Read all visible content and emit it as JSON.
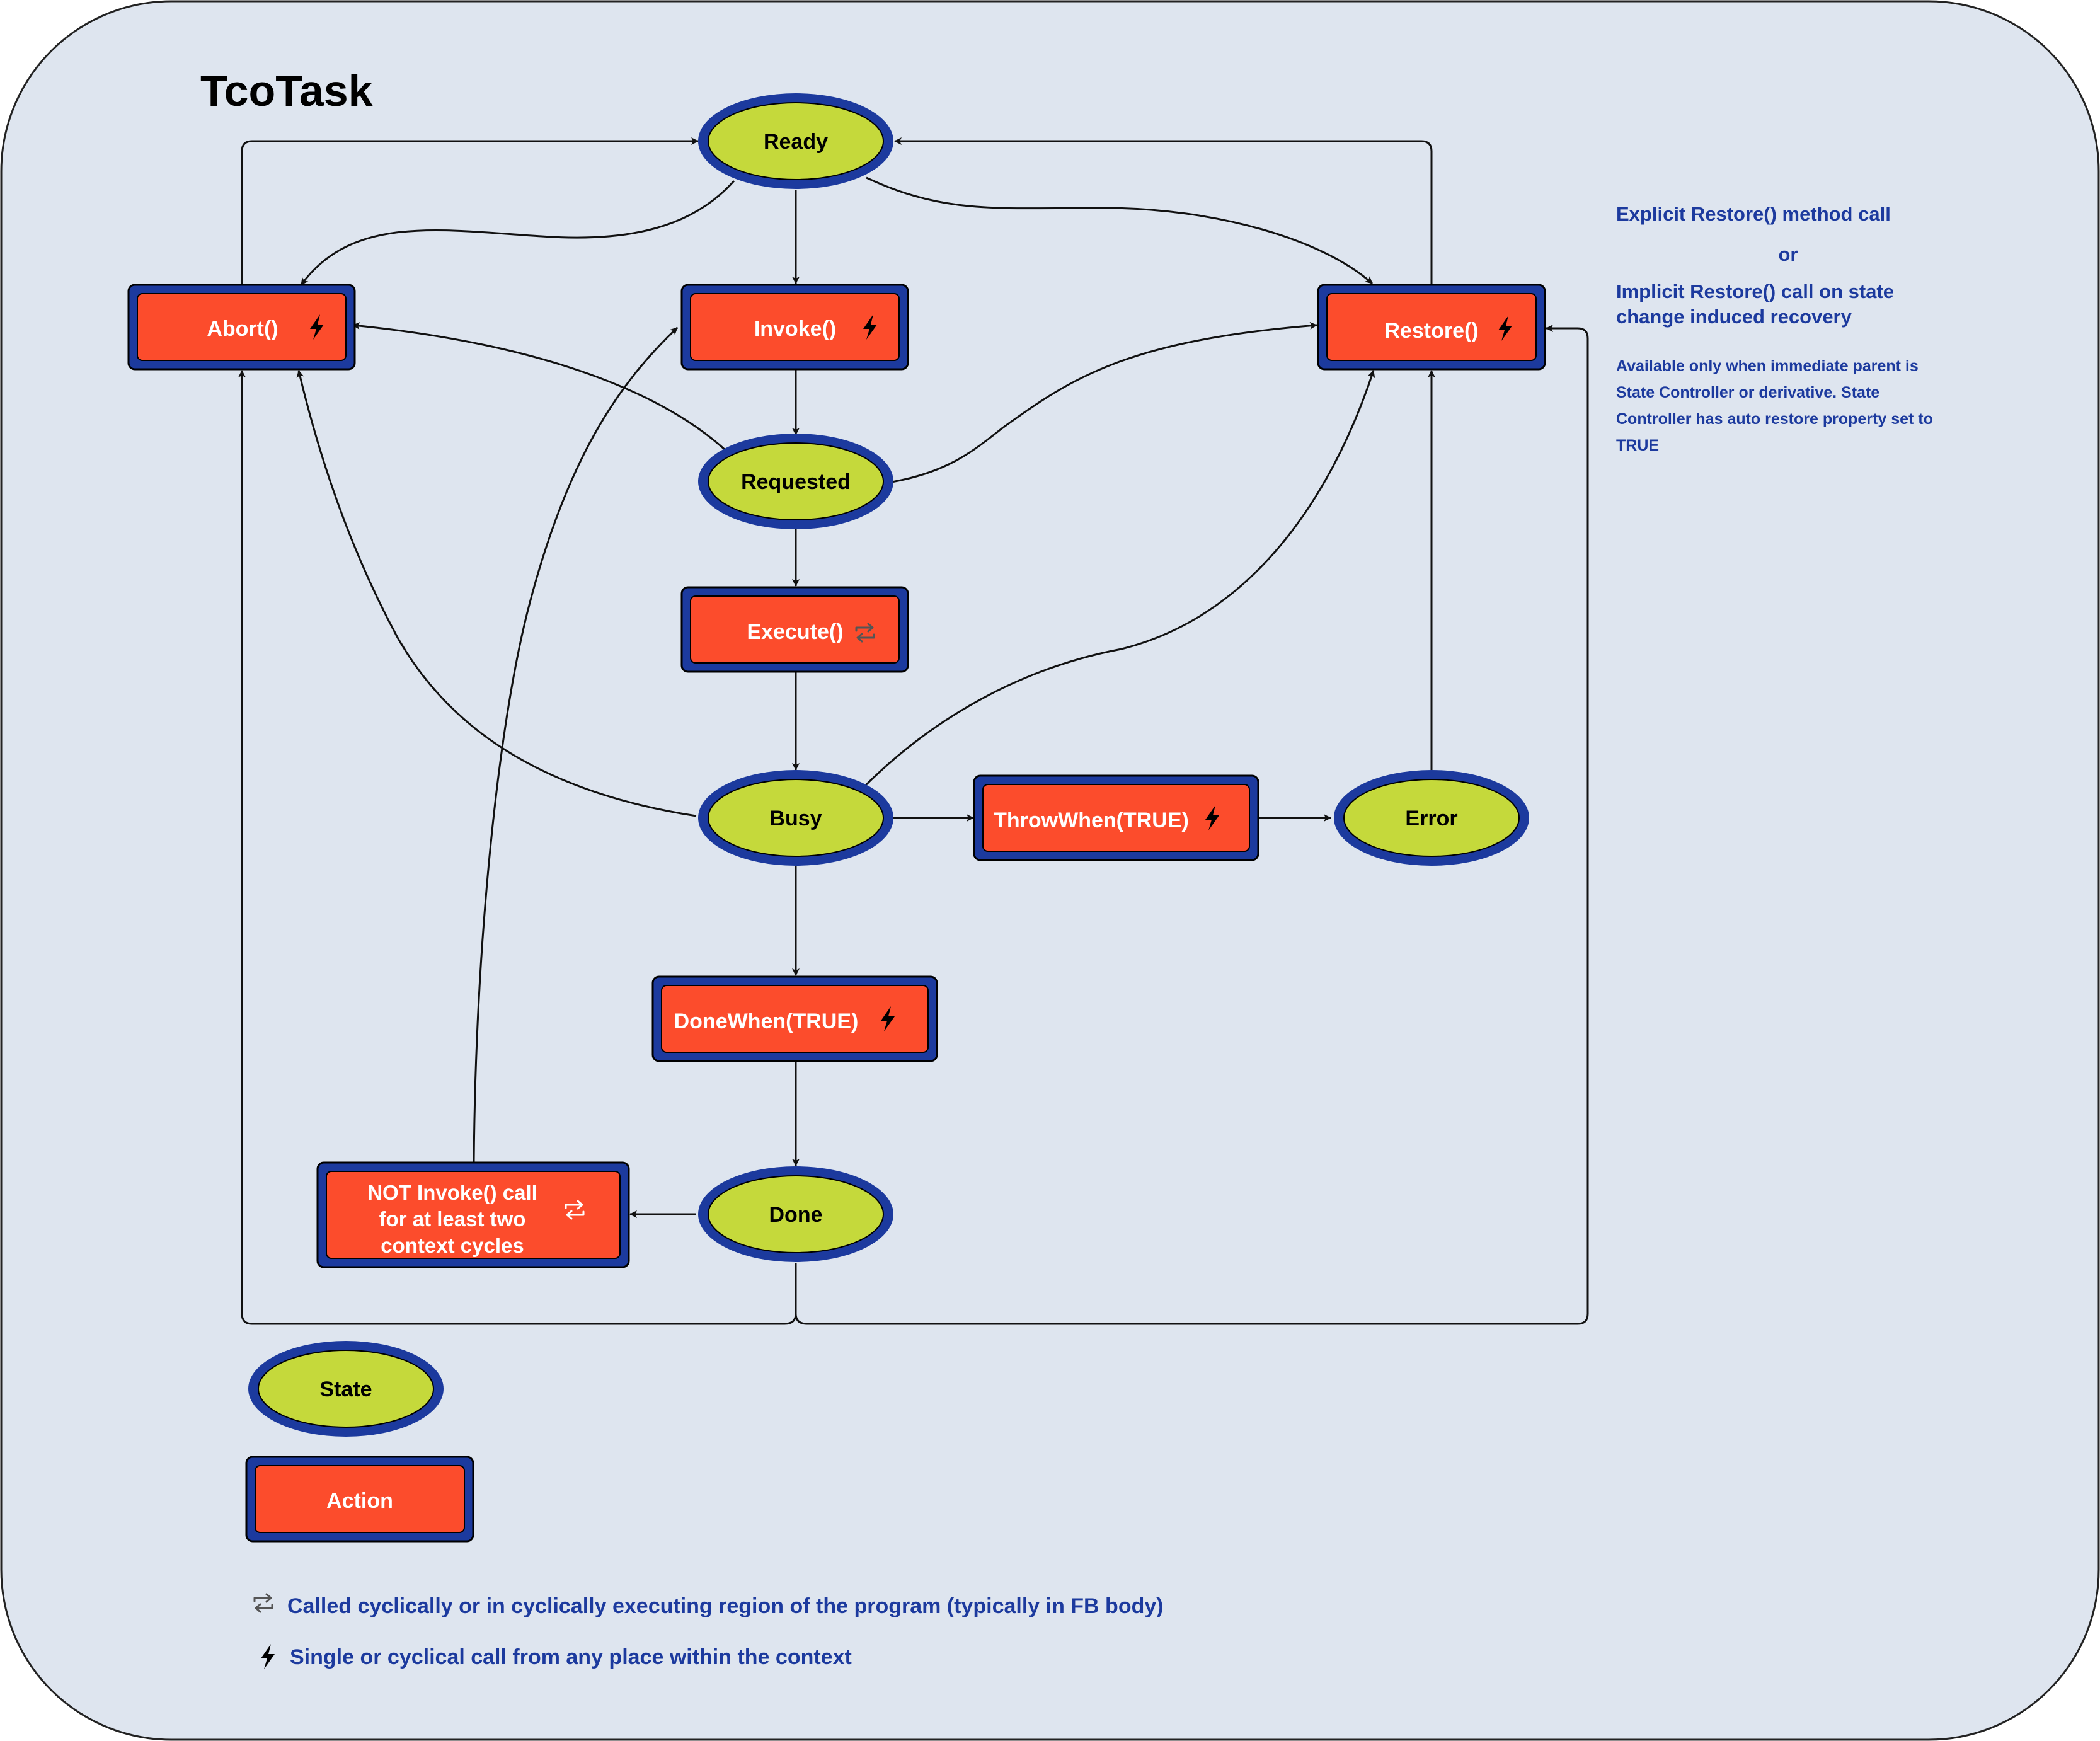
{
  "title": "TcoTask",
  "colors": {
    "panel_bg": "#dee5ef",
    "panel_border": "#222222",
    "state_fill": "#c5d93b",
    "state_border": "#1c3a9e",
    "action_fill": "#fc4c2c",
    "action_border": "#1c3a9e",
    "note_text": "#1c3a9e",
    "edge": "#111111"
  },
  "states": {
    "ready": "Ready",
    "requested": "Requested",
    "busy": "Busy",
    "error": "Error",
    "done": "Done"
  },
  "actions": {
    "abort": {
      "label": "Abort()",
      "icon": "lightning-icon"
    },
    "invoke": {
      "label": "Invoke()",
      "icon": "lightning-icon"
    },
    "restore": {
      "label": "Restore()",
      "icon": "lightning-icon"
    },
    "execute": {
      "label": "Execute()",
      "icon": "repeat-icon"
    },
    "throw_when": {
      "label": "ThrowWhen(TRUE)",
      "icon": "lightning-icon"
    },
    "done_when": {
      "label": "DoneWhen(TRUE)",
      "icon": "lightning-icon"
    },
    "not_invoke": {
      "line1": "NOT Invoke() call",
      "line2": "for at least two",
      "line3": "context cycles",
      "icon": "repeat-icon"
    }
  },
  "note": {
    "line1": "Explicit Restore() method call",
    "or": "or",
    "line2": "Implicit Restore() call on state",
    "line3": "change induced recovery",
    "small1": "Available only when immediate parent is",
    "small2": "State Controller or derivative. State",
    "small3": "Controller has auto restore property set to",
    "small4": "TRUE"
  },
  "legend": {
    "state": "State",
    "action": "Action",
    "cyclic_text": "Called cyclically or in cyclically executing region of the program (typically in FB body)",
    "cyclic_icon": "repeat-icon",
    "single_text": "Single or cyclical call from any place within the context",
    "single_icon": "lightning-icon"
  }
}
